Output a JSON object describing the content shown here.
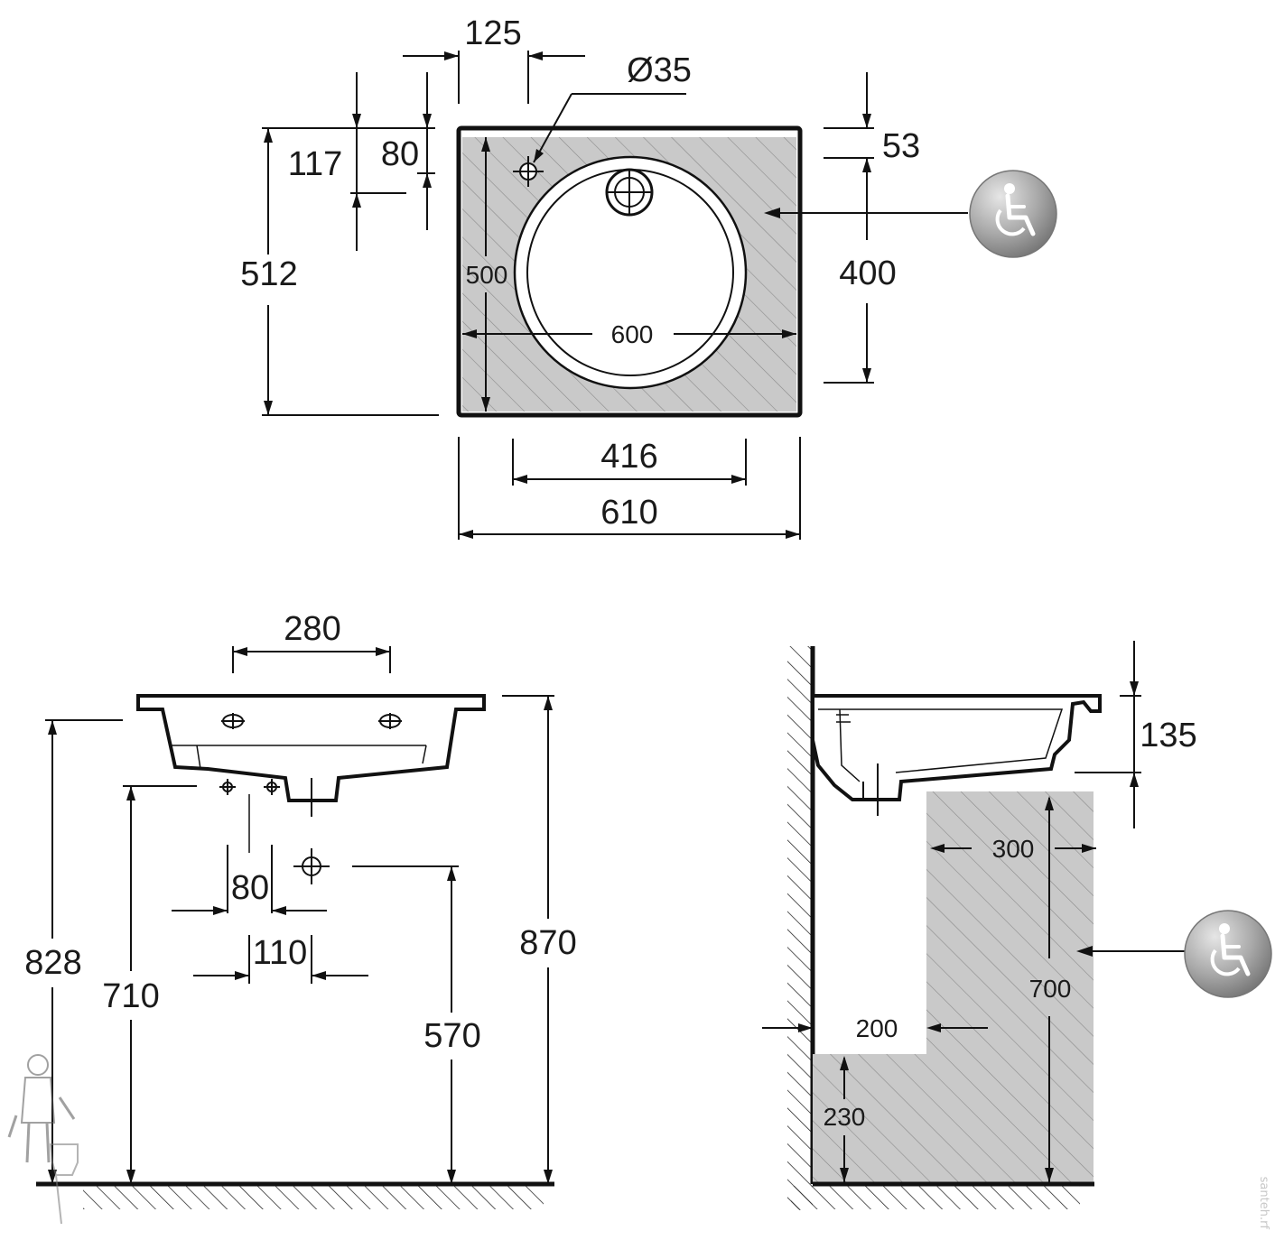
{
  "plan_view": {
    "dimensions": {
      "faucet_offset": "125",
      "hole_diameter": "Ø35",
      "front_to_faucet": "117",
      "faucet_to_drain": "80",
      "overall_depth": "512",
      "clearance_depth": "500",
      "clearance_width": "600",
      "rim_offset": "53",
      "access_depth": "400",
      "bowl_width": "416",
      "overall_width": "610"
    }
  },
  "front_view": {
    "dimensions": {
      "fixing_spacing": "280",
      "bolt_spacing": "80",
      "bolt_offset": "110",
      "floor_to_top_left": "828",
      "floor_to_underside": "710",
      "floor_to_waste": "570",
      "floor_to_top": "870"
    }
  },
  "side_view": {
    "dimensions": {
      "basin_height": "135",
      "knee_clearance_depth": "300",
      "knee_clearance_height": "700",
      "toe_clearance_depth": "200",
      "toe_clearance_height": "230"
    }
  },
  "icons": {
    "plan_accessibility": "wheelchair-icon",
    "side_accessibility": "wheelchair-icon",
    "plumber_logo": "plumber-icon"
  },
  "watermark": "santeh.rf",
  "colors": {
    "line": "#111111",
    "clearance_fill": "#c9c9c9",
    "icon_fill": "#9a9a9a"
  }
}
